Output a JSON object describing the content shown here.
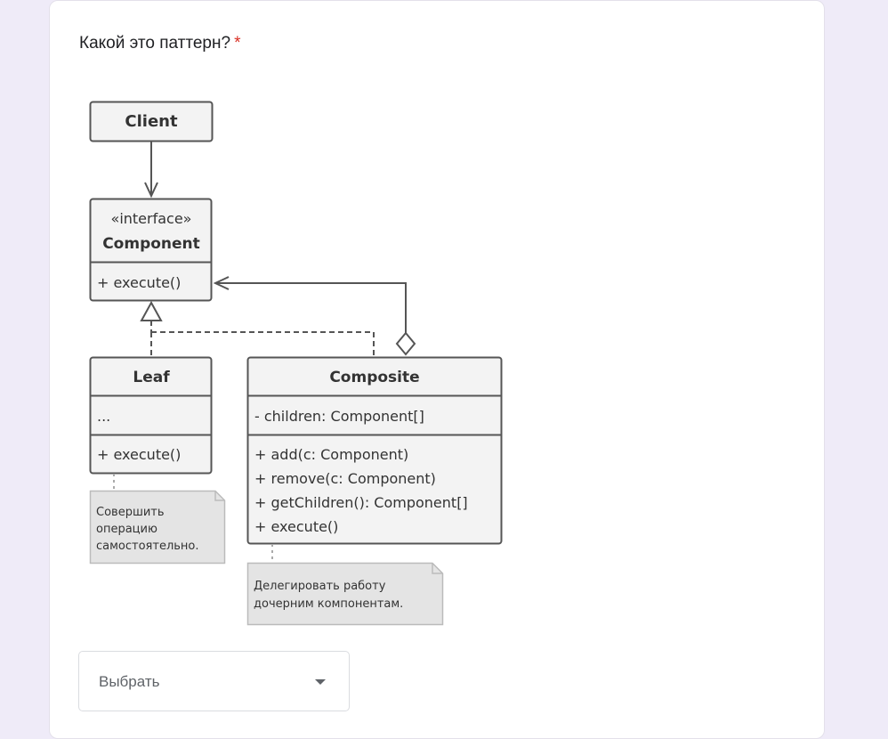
{
  "question": {
    "text": "Какой это паттерн?",
    "required_mark": "*"
  },
  "diagram": {
    "client": "Client",
    "component": {
      "stereotype": "«interface»",
      "name": "Component",
      "method": "+ execute()"
    },
    "leaf": {
      "name": "Leaf",
      "field": "...",
      "method": "+ execute()"
    },
    "composite": {
      "name": "Composite",
      "field": "- children: Component[]",
      "methods": [
        "+ add(c: Component)",
        "+ remove(c: Component)",
        "+ getChildren(): Component[]",
        "+ execute()"
      ]
    },
    "leaf_note": [
      "Совершить",
      "операцию",
      "самостоятельно."
    ],
    "composite_note": [
      "Делегировать работу",
      "дочерним компонентам."
    ]
  },
  "dropdown": {
    "placeholder": "Выбрать"
  },
  "colors": {
    "required": "#d93025",
    "background": "#efebf8"
  }
}
